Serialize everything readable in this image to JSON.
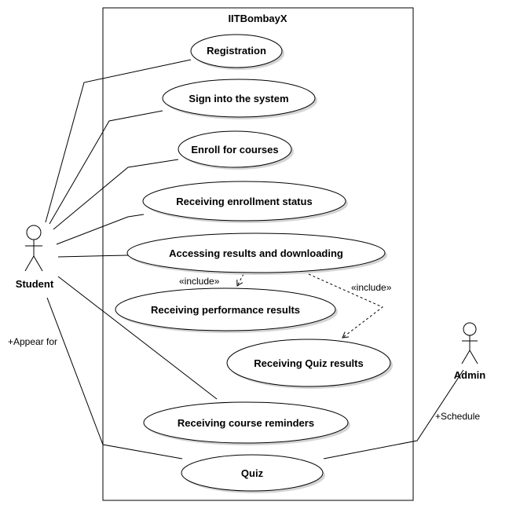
{
  "system": {
    "title": "IITBombayX"
  },
  "actors": {
    "student": {
      "name": "Student"
    },
    "admin": {
      "name": "Admin"
    }
  },
  "use_cases": {
    "registration": "Registration",
    "sign_in": "Sign into the system",
    "enroll": "Enroll for courses",
    "enrollment_status": "Receiving enrollment status",
    "accessing_results": "Accessing results and downloading",
    "performance_results": "Receiving performance results",
    "quiz_results": "Receiving Quiz results",
    "course_reminders": "Receiving course reminders",
    "quiz": "Quiz"
  },
  "relations": {
    "include_1": "«include»",
    "include_2": "«include»",
    "appear_for": "+Appear for",
    "schedule": "+Schedule"
  }
}
